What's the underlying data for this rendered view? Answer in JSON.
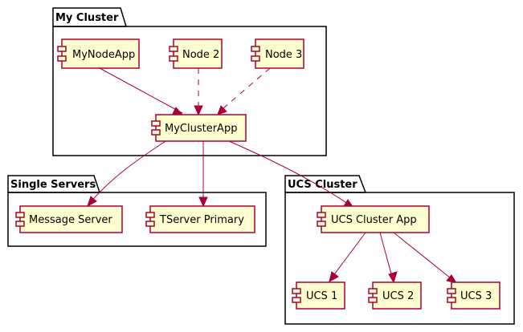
{
  "colors": {
    "component_fill": "#FEFECE",
    "component_border": "#A80036",
    "arrow": "#A80036",
    "package_border": "#000000",
    "package_fill": "#FFFFFF"
  },
  "packages": {
    "my_cluster": "My Cluster",
    "single_servers": "Single Servers",
    "ucs_cluster": "UCS Cluster"
  },
  "components": {
    "mynodeapp": "MyNodeApp",
    "node2": "Node 2",
    "node3": "Node 3",
    "myclusterapp": "MyClusterApp",
    "message_server": "Message Server",
    "tserver_primary": "TServer Primary",
    "ucs_cluster_app": "UCS Cluster App",
    "ucs1": "UCS 1",
    "ucs2": "UCS 2",
    "ucs3": "UCS 3"
  },
  "relations": [
    {
      "from": "MyNodeApp",
      "to": "MyClusterApp",
      "style": "solid"
    },
    {
      "from": "Node 2",
      "to": "MyClusterApp",
      "style": "dashed"
    },
    {
      "from": "Node 3",
      "to": "MyClusterApp",
      "style": "dashed"
    },
    {
      "from": "MyClusterApp",
      "to": "Message Server",
      "style": "solid"
    },
    {
      "from": "MyClusterApp",
      "to": "TServer Primary",
      "style": "solid"
    },
    {
      "from": "MyClusterApp",
      "to": "UCS Cluster App",
      "style": "solid"
    },
    {
      "from": "UCS Cluster App",
      "to": "UCS 1",
      "style": "solid"
    },
    {
      "from": "UCS Cluster App",
      "to": "UCS 2",
      "style": "solid"
    },
    {
      "from": "UCS Cluster App",
      "to": "UCS 3",
      "style": "solid"
    }
  ]
}
